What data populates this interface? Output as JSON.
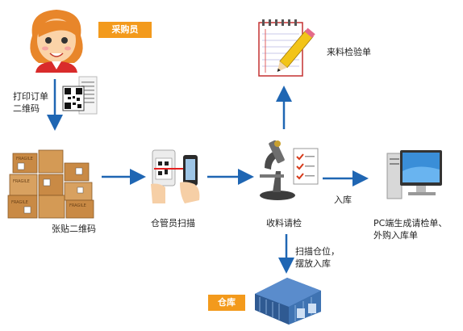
{
  "roles": {
    "buyer": "采购员",
    "warehouse": "仓库"
  },
  "documents": {
    "inspection_sheet": "来料检验单"
  },
  "steps": {
    "print_order_qr_line1": "打印订单",
    "print_order_qr_line2": "二维码",
    "attach_qr": "张贴二维码",
    "keeper_scan": "仓管员扫描",
    "receive_inspect": "收料请检",
    "store_in": "入库",
    "pc_generate_line1": "PC端生成请检单、",
    "pc_generate_line2": "外购入库单",
    "scan_location_line1": "扫描仓位，",
    "scan_location_line2": "摆放入库"
  },
  "colors": {
    "arrow": "#1f66b3",
    "badge": "#f39a1c"
  },
  "icons": [
    "buyer-avatar-icon",
    "qr-code-icon",
    "boxes-icon",
    "phone-scan-icon",
    "microscope-icon",
    "checklist-icon",
    "clipboard-pencil-icon",
    "pc-monitor-icon",
    "warehouse-icon"
  ]
}
